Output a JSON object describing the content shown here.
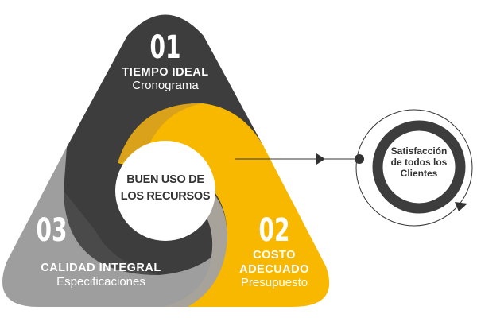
{
  "center": {
    "line1": "BUEN USO DE",
    "line2": "LOS RECURSOS"
  },
  "segments": [
    {
      "number": "01",
      "title": "TIEMPO IDEAL",
      "subtitle": "Cronograma",
      "color": "#3d3d3d"
    },
    {
      "number": "02",
      "title_line1": "COSTO",
      "title_line2": "ADECUADO",
      "subtitle": "Presupuesto",
      "color": "#f9b800"
    },
    {
      "number": "03",
      "title": "CALIDAD INTEGRAL",
      "subtitle": "Especificaciones",
      "color": "#9e9e9e"
    }
  ],
  "goal": {
    "line1": "Satisfacción",
    "line2": "de todos los",
    "line3": "Clientes"
  }
}
